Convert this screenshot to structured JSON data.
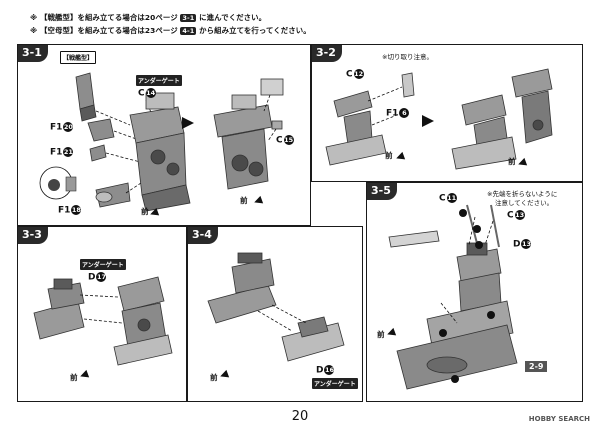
{
  "notes": {
    "line1_marker": "※",
    "line1_tag": "【戦艦型】",
    "line1_text_a": "を組み立てる場合は20ページ",
    "line1_ref": "3-1",
    "line1_text_b": "に進んでください。",
    "line2_marker": "※",
    "line2_tag": "【空母型】",
    "line2_text_a": "を組み立てる場合は23ページ",
    "line2_ref": "4-1",
    "line2_text_b": "から組み立てを行ってください。"
  },
  "steps": {
    "s31": {
      "label": "3-1",
      "mode_tag": "【戦艦型】",
      "underside_tag": "アンダーゲート",
      "parts": [
        "C14",
        "F1 20",
        "F1 21",
        "F1 18",
        "C15"
      ],
      "front_label": "前"
    },
    "s32": {
      "label": "3-2",
      "cut_note": "※切り取り注意。",
      "parts": [
        "C12",
        "F1 6"
      ],
      "front_label": "前",
      "front_label_2": "前"
    },
    "s33": {
      "label": "3-3",
      "underside_tag": "アンダーゲート",
      "parts": [
        "D17"
      ],
      "front_label": "前"
    },
    "s34": {
      "label": "3-4",
      "underside_tag": "アンダーゲート",
      "parts": [
        "D16"
      ],
      "front_label": "前"
    },
    "s35": {
      "label": "3-5",
      "tip_note_1": "※先端を折らないように",
      "tip_note_2": "注意してください。",
      "parts": [
        "C11",
        "C13",
        "D13"
      ],
      "ref_box": "2-9",
      "front_label": "前"
    }
  },
  "part_labels": {
    "c14": "C",
    "c14n": "14",
    "f1_20": "F1",
    "f1_20n": "20",
    "f1_21": "F1",
    "f1_21n": "21",
    "f1_18": "F1",
    "f1_18n": "18",
    "c15": "C",
    "c15n": "15",
    "c12": "C",
    "c12n": "12",
    "f1_6": "F1",
    "f1_6n": "6",
    "d17": "D",
    "d17n": "17",
    "d16": "D",
    "d16n": "16",
    "c11": "C",
    "c11n": "11",
    "c13": "C",
    "c13n": "13",
    "d13": "D",
    "d13n": "13"
  },
  "page_number": "20",
  "brand": "HOBBY SEARCH",
  "colors": {
    "part_gray": "#8d8d8d",
    "part_dark": "#4a4a4a",
    "part_light": "#c4c4c4",
    "frame": "#1a1a1a"
  }
}
